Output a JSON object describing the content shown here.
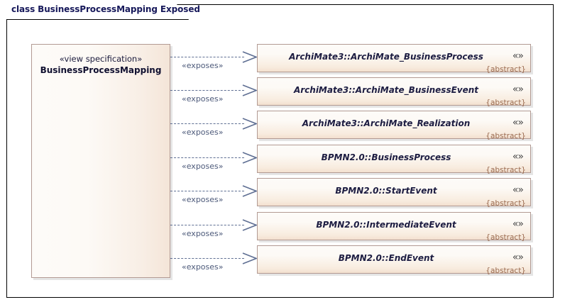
{
  "frame": {
    "title": "class BusinessProcessMapping Exposed"
  },
  "view_specification": {
    "stereotype": "«view specification»",
    "name": "BusinessProcessMapping"
  },
  "connector": {
    "label": "«exposes»",
    "style": "dashed",
    "arrow": "open-arrowhead",
    "color": "#5f6f93"
  },
  "exposed_elements": [
    {
      "name": "ArchiMate3::ArchiMate_BusinessProcess",
      "stereotype_icon": "«»",
      "constraint": "{abstract}"
    },
    {
      "name": "ArchiMate3::ArchiMate_BusinessEvent",
      "stereotype_icon": "«»",
      "constraint": "{abstract}"
    },
    {
      "name": "ArchiMate3::ArchiMate_Realization",
      "stereotype_icon": "«»",
      "constraint": "{abstract}"
    },
    {
      "name": "BPMN2.0::BusinessProcess",
      "stereotype_icon": "«»",
      "constraint": "{abstract}"
    },
    {
      "name": "BPMN2.0::StartEvent",
      "stereotype_icon": "«»",
      "constraint": "{abstract}"
    },
    {
      "name": "BPMN2.0::IntermediateEvent",
      "stereotype_icon": "«»",
      "constraint": "{abstract}"
    },
    {
      "name": "BPMN2.0::EndEvent",
      "stereotype_icon": "«»",
      "constraint": "{abstract}"
    }
  ],
  "colors": {
    "node_border": "#b29a93",
    "node_fill_light": "#fdfaf6",
    "node_fill_warm": "#f3e0cf",
    "connector": "#5f6f93",
    "abstract_text": "#9b6c51",
    "title_text": "#16185a"
  }
}
